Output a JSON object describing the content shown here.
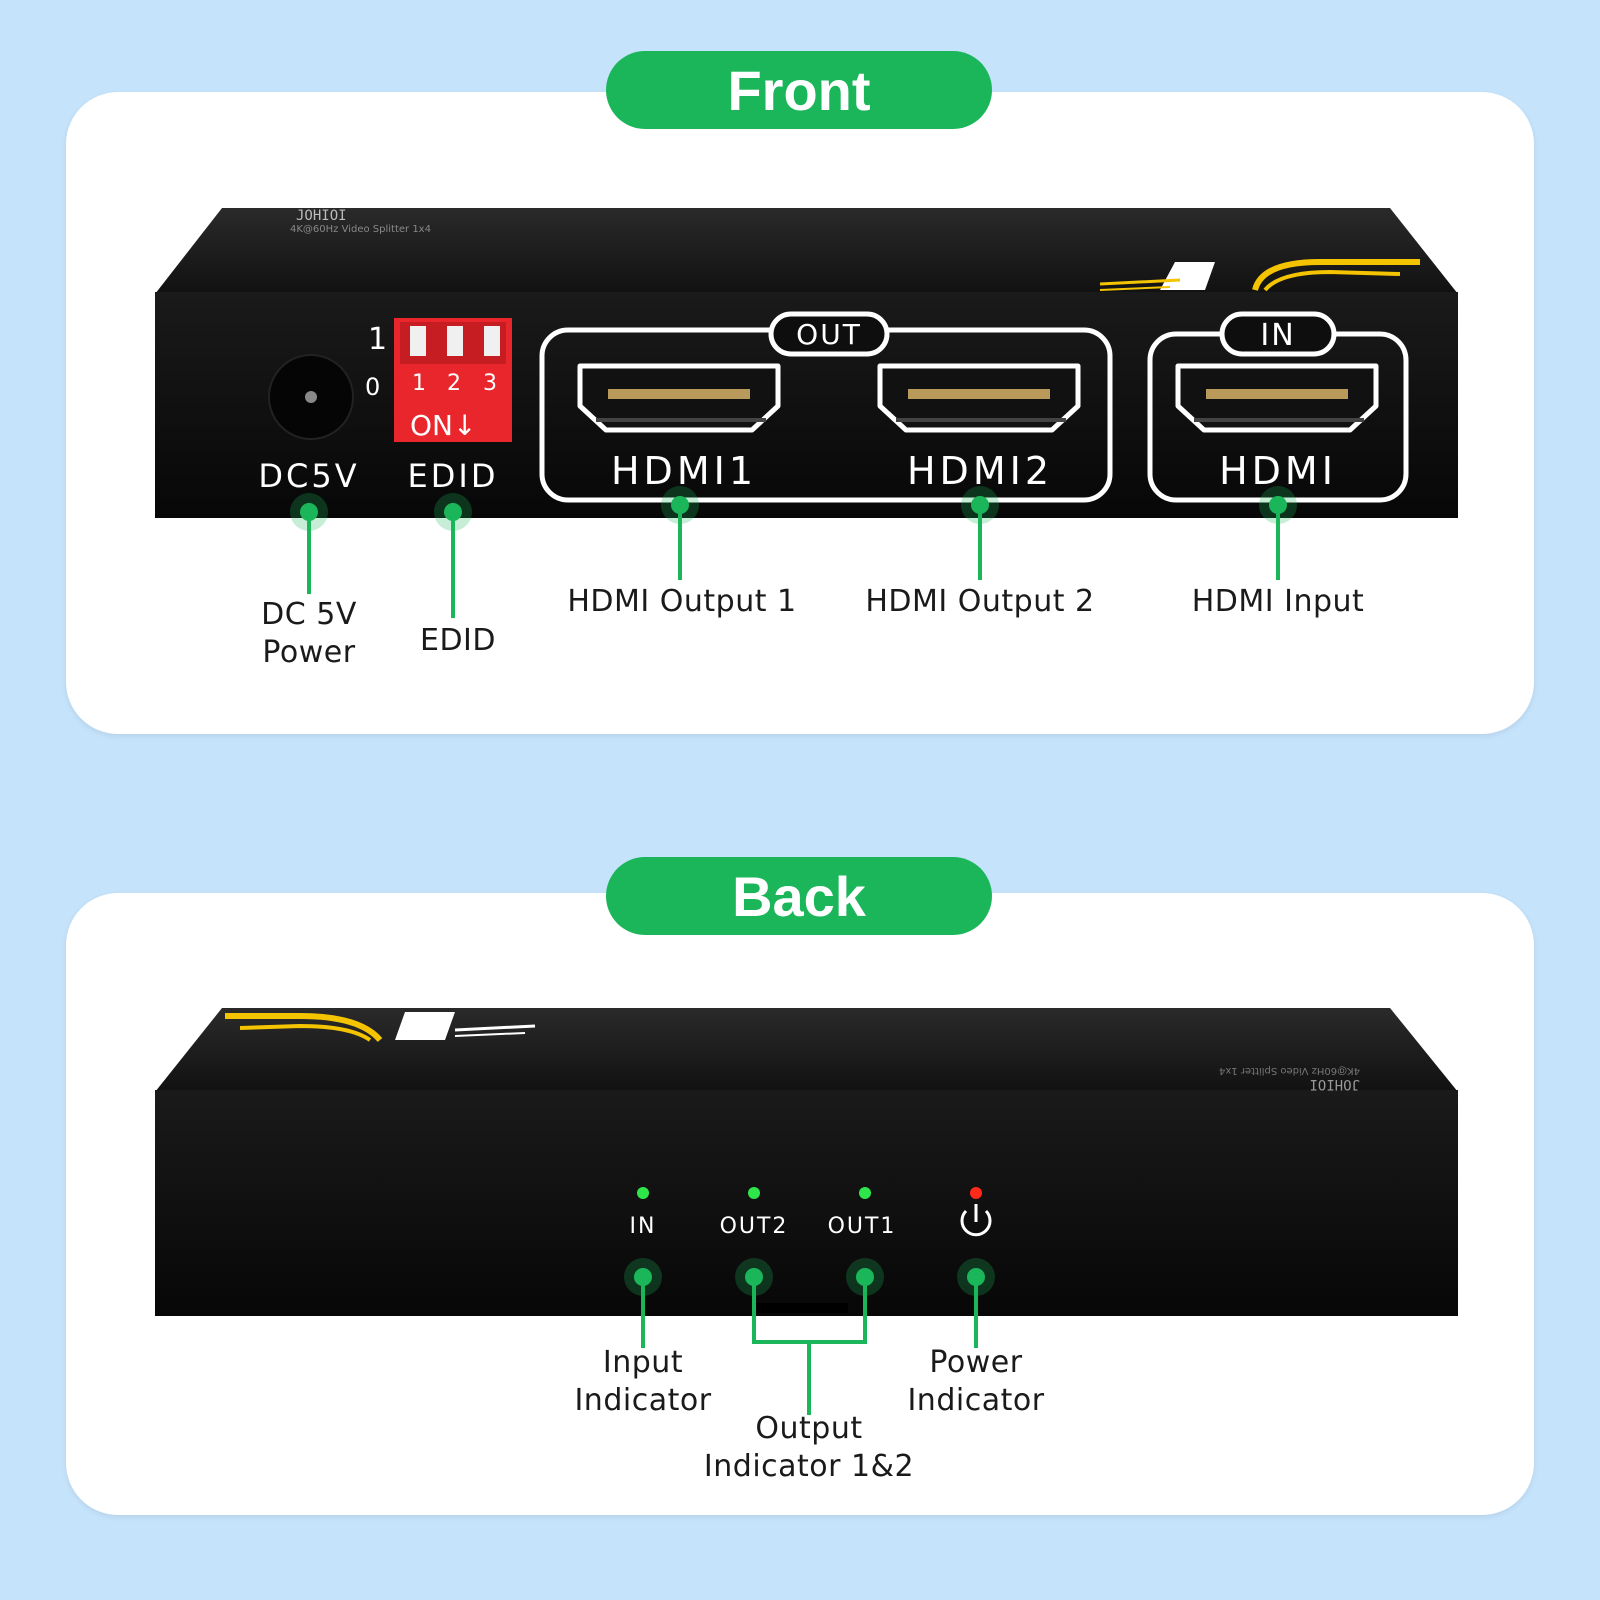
{
  "front": {
    "title": "Front",
    "device": {
      "brand": "JOHIOI",
      "model": "4K@60Hz Video Splitter 1x4",
      "dip_top": "1",
      "dip_bottom": "0",
      "dip_numbers": [
        "1",
        "2",
        "3"
      ],
      "dip_on": "ON↓",
      "port_labels": [
        "DC5V",
        "EDID",
        "HDMI1",
        "HDMI2",
        "HDMI"
      ],
      "group_out": "OUT",
      "group_in": "IN"
    },
    "callouts": {
      "dc_power": [
        "DC 5V",
        "Power"
      ],
      "edid": "EDID",
      "hdmi_out1": "HDMI Output 1",
      "hdmi_out2": "HDMI Output 2",
      "hdmi_in": "HDMI Input"
    }
  },
  "back": {
    "title": "Back",
    "device": {
      "indicators": [
        {
          "label": "IN",
          "color": "#2ee64a"
        },
        {
          "label": "OUT2",
          "color": "#2ee64a"
        },
        {
          "label": "OUT1",
          "color": "#2ee64a"
        },
        {
          "label": "power-icon",
          "color": "#ff2a1a"
        }
      ]
    },
    "callouts": {
      "input": [
        "Input",
        "Indicator"
      ],
      "output": [
        "Output",
        "Indicator 1&2"
      ],
      "power": [
        "Power",
        "Indicator"
      ]
    }
  },
  "colors": {
    "background": "#c5e3fb",
    "accent_green": "#1bb65a",
    "device_body": "#0e0e0e",
    "dip_red": "#e8262b",
    "logo_yellow": "#f5c400"
  }
}
